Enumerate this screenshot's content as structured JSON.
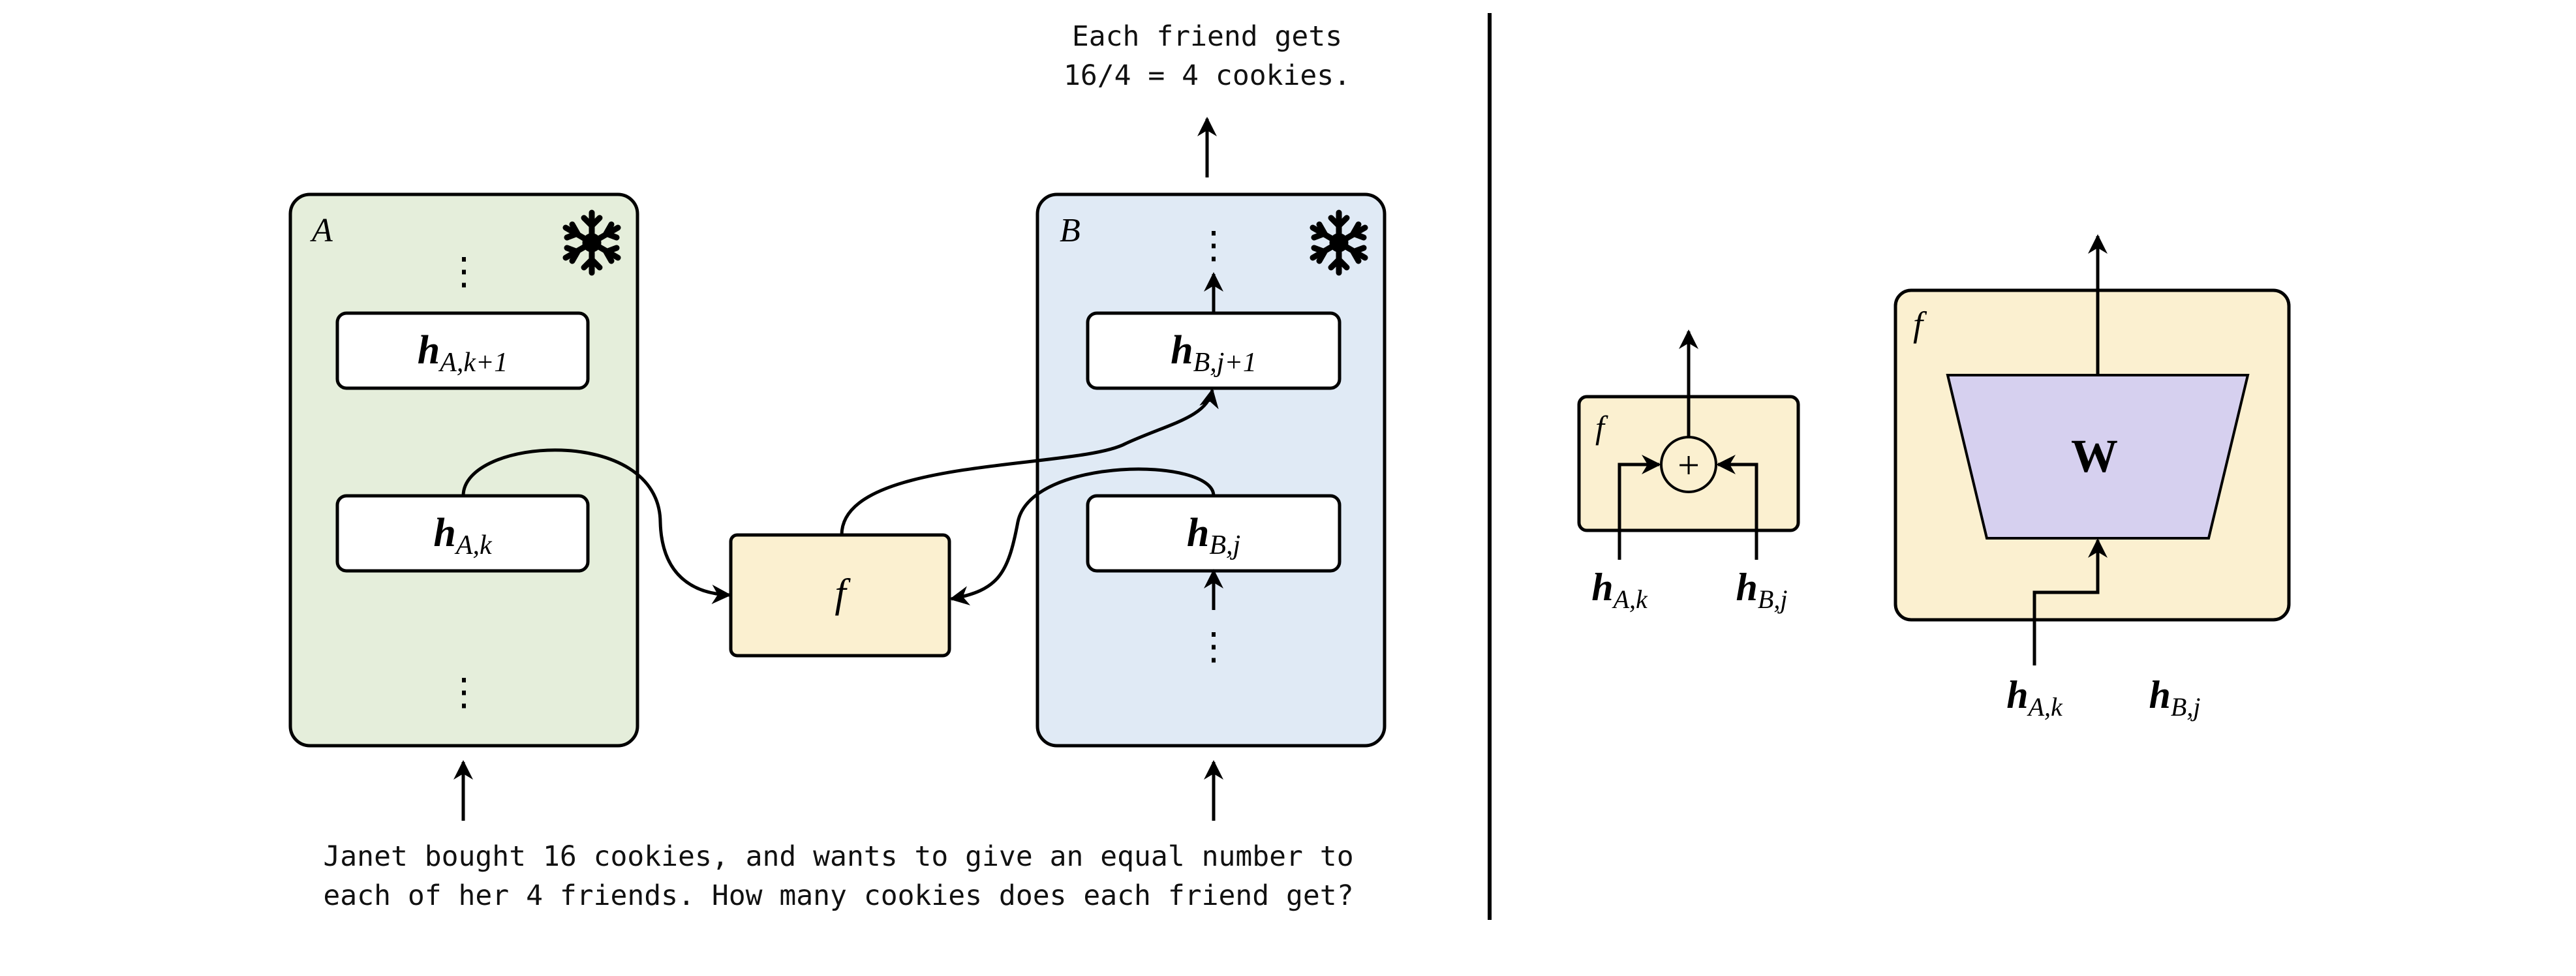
{
  "colors": {
    "model_a_fill": "#e5eedb",
    "model_b_fill": "#e0eaf5",
    "f_fill": "#fbf0d0",
    "w_fill": "#d6d0ef",
    "stroke": "#000000"
  },
  "left_panel": {
    "output_text": [
      "Each friend gets",
      "16/4 = 4 cookies."
    ],
    "input_text": [
      "Janet bought 16 cookies, and wants to give an equal number to",
      "each of her 4 friends. How many cookies does each friend get?"
    ],
    "model_a": {
      "label": "A",
      "icon": "snowflake-icon",
      "ellipsis": "⋮",
      "layer_upper": {
        "base": "h",
        "sub": "A,k+1"
      },
      "layer_lower": {
        "base": "h",
        "sub": "A,k"
      }
    },
    "model_b": {
      "label": "B",
      "icon": "snowflake-icon",
      "ellipsis": "⋮",
      "layer_upper": {
        "base": "h",
        "sub": "B,j+1"
      },
      "layer_lower": {
        "base": "h",
        "sub": "B,j"
      }
    },
    "f_label": "f"
  },
  "right_panel": {
    "sum_variant": {
      "f_label": "f",
      "op_symbol": "+",
      "input_a": {
        "base": "h",
        "sub": "A,k"
      },
      "input_b": {
        "base": "h",
        "sub": "B,j"
      }
    },
    "linear_variant": {
      "f_label": "f",
      "weight_label": "W",
      "input_a": {
        "base": "h",
        "sub": "A,k"
      },
      "input_b": {
        "base": "h",
        "sub": "B,j"
      }
    }
  }
}
